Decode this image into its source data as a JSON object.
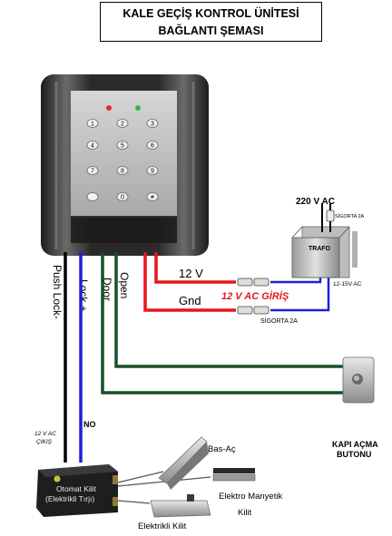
{
  "title": {
    "line1": "KALE GEÇİŞ KONTROL ÜNİTESİ",
    "line2": "BAĞLANTI ŞEMASI"
  },
  "keypad": {
    "keys": [
      "1",
      "2",
      "3",
      "4",
      "5",
      "6",
      "7",
      "8",
      "9",
      "0",
      "#"
    ],
    "led_colors": [
      "#e0301e",
      "#3bb54a"
    ]
  },
  "terminals": {
    "push_lock": "Push Lock-",
    "lock_plus": "Lock +",
    "door": "Door",
    "open": "Open"
  },
  "power": {
    "v12": "12 V",
    "gnd": "Gnd",
    "input_label": "12 V AC GİRİŞ",
    "fuse_label": "SİGORTA  2A",
    "mains_label": "220 V AC",
    "mains_fuse_label": "SİGORTA  2A",
    "transformer_label": "TRAFO",
    "transformer_out": "12-15V AC"
  },
  "output": {
    "label": "12 V AC ÇIKIŞ",
    "no_label": "NO"
  },
  "button": {
    "label": "KAPI AÇMA BUTONU"
  },
  "locks": {
    "auto_lock": "Otomat Kilit (Elektrikli Tırjı)",
    "push_open": "Bas-Aç",
    "electromagnetic": "Elektro Manyetik Kilit",
    "electric": "Elektrikli Kilit"
  },
  "colors": {
    "red_wire": "#e8151b",
    "blue_wire": "#1f1fd6",
    "green_wire": "#16502a",
    "black_wire": "#000000"
  }
}
